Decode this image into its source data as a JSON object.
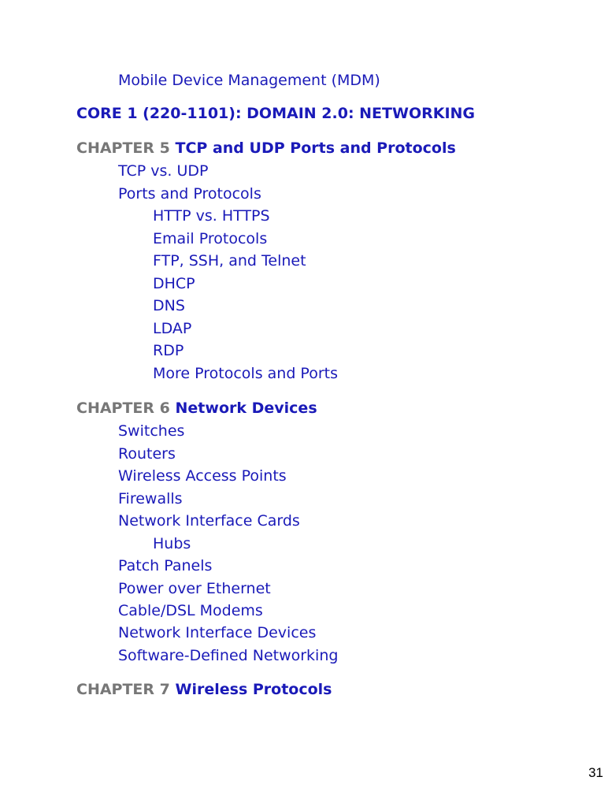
{
  "toc": {
    "top_entry": "Mobile Device Management (MDM)",
    "domain_heading": "CORE 1 (220-1101): DOMAIN 2.0: NETWORKING",
    "chapters": [
      {
        "label": "CHAPTER 5",
        "title": "TCP and UDP Ports and Protocols",
        "entries": [
          "TCP vs. UDP",
          "Ports and Protocols",
          "HTTP vs. HTTPS",
          "Email Protocols",
          "FTP, SSH, and Telnet",
          "DHCP",
          "DNS",
          "LDAP",
          "RDP",
          "More Protocols and Ports"
        ]
      },
      {
        "label": "CHAPTER 6",
        "title": "Network Devices",
        "entries": [
          "Switches",
          "Routers",
          "Wireless Access Points",
          "Firewalls",
          "Network Interface Cards",
          "Hubs",
          "Patch Panels",
          "Power over Ethernet",
          "Cable/DSL Modems",
          "Network Interface Devices",
          "Software-Defined Networking"
        ]
      },
      {
        "label": "CHAPTER 7",
        "title": "Wireless Protocols",
        "entries": []
      }
    ]
  },
  "page_number": "31"
}
